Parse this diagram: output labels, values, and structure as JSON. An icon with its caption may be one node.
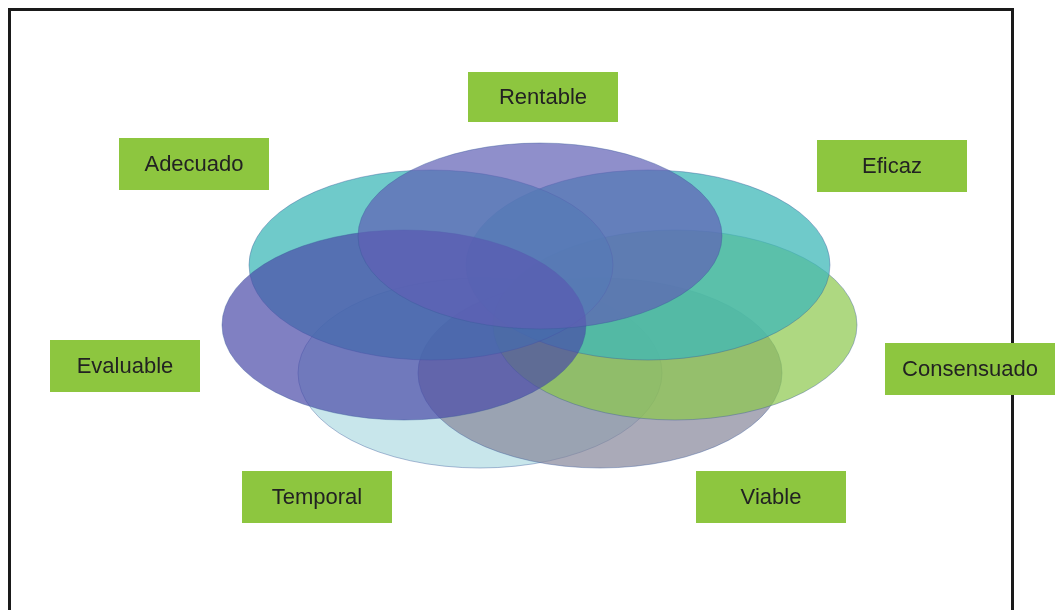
{
  "diagram": {
    "nodes": [
      {
        "text": [
          "Rentable"
        ]
      },
      {
        "text": [
          "Adecuado"
        ]
      },
      {
        "text": [
          "Eficaz"
        ]
      },
      {
        "text": [
          "Evaluable"
        ]
      },
      {
        "text": [
          "Consensuado"
        ]
      },
      {
        "text": [
          "Temporal"
        ]
      },
      {
        "text": [
          "Viable"
        ]
      }
    ]
  }
}
